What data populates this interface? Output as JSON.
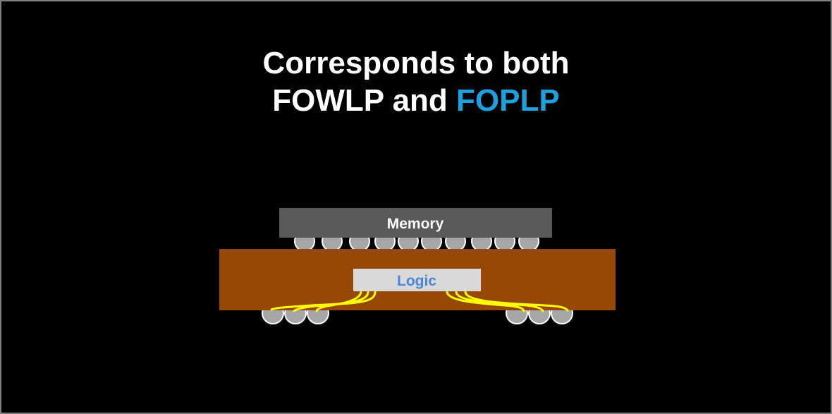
{
  "title": {
    "line1": "Corresponds to both",
    "line2_prefix": "FOWLP and ",
    "line2_accent": "FOPLP"
  },
  "diagram": {
    "memory_label": "Memory",
    "logic_label": "Logic"
  },
  "colors": {
    "background": "#000000",
    "frame": "#7f7f7f",
    "title_text": "#ffffff",
    "accent": "#1aa2e0",
    "memory_die": "#595959",
    "memory_text": "#ffffff",
    "substrate": "#974706",
    "logic_die": "#d9d9d9",
    "logic_text": "#4a86d8",
    "wiring": "#ffff00",
    "solder_ball": "#a6a6a6",
    "solder_ball_outline": "#ffffff"
  }
}
